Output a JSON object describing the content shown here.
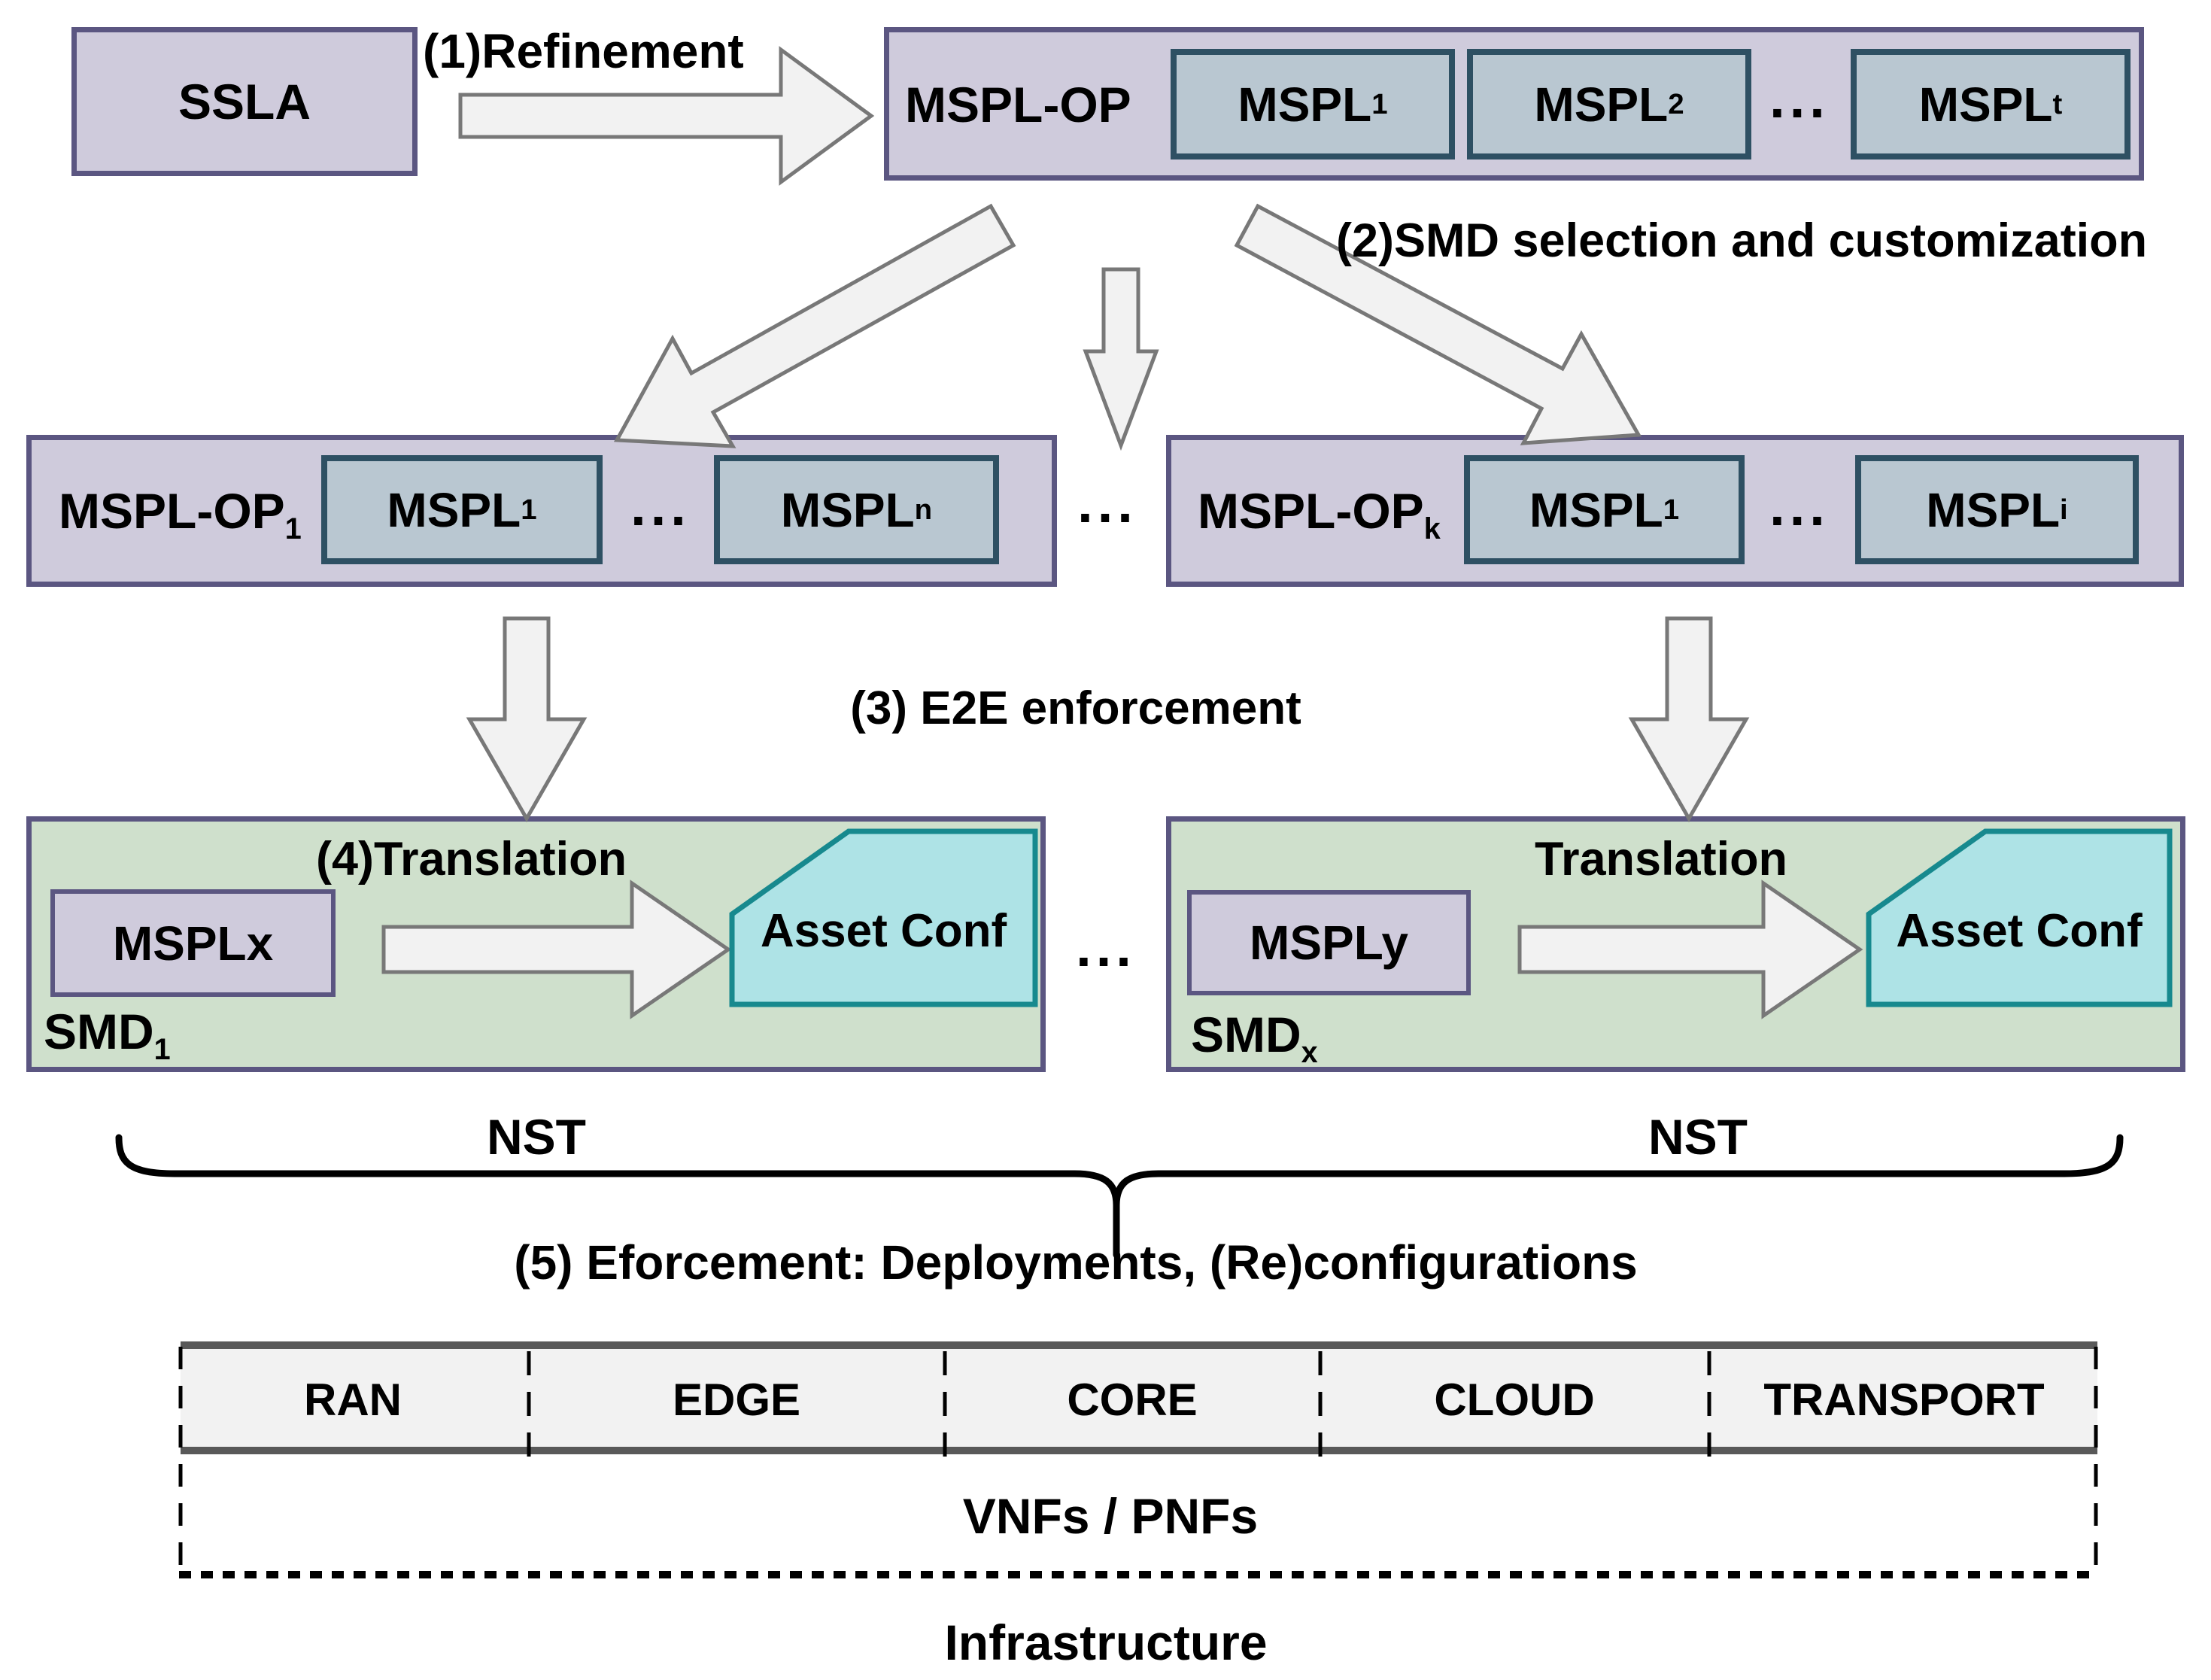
{
  "colors": {
    "container_lavender": "#cfcbdc",
    "container_border": "#5b5681",
    "mspl_inner_fill": "#b9c7d1",
    "mspl_inner_border": "#2e5063",
    "smd_green_fill": "#cfe0cc",
    "asset_conf_fill": "#aee3e6",
    "asset_conf_border": "#17898e",
    "arrow_fill": "#f2f2f2",
    "arrow_stroke": "#787878",
    "infra_strip_fill": "#f2f2f2",
    "infra_strip_border": "#595959",
    "text": "#000000"
  },
  "row1": {
    "ssla": "SSLA",
    "step1_label": "(1)Refinement",
    "mspl_op_label": "MSPL-OP",
    "mspl_items": [
      {
        "base": "MSPL",
        "sub": "1"
      },
      {
        "base": "MSPL",
        "sub": "2"
      },
      {
        "base": "MSPL",
        "sub": "t"
      }
    ],
    "dots": "..."
  },
  "step2_label": "(2)SMD selection and customization",
  "row2": {
    "left": {
      "label_base": "MSPL-OP",
      "label_sub": "1",
      "items": [
        {
          "base": "MSPL",
          "sub": "1"
        },
        {
          "base": "MSPL",
          "sub": "n"
        }
      ],
      "dots": "..."
    },
    "between_dots": "...",
    "right": {
      "label_base": "MSPL-OP",
      "label_sub": "k",
      "items": [
        {
          "base": "MSPL",
          "sub": "1"
        },
        {
          "base": "MSPL",
          "sub": "i"
        }
      ],
      "dots": "..."
    }
  },
  "step3_label": "(3) E2E enforcement",
  "smd": {
    "left": {
      "step_label": "(4)Translation",
      "mspl": "MSPLx",
      "asset": "Asset Conf",
      "name_base": "SMD",
      "name_sub": "1"
    },
    "between_dots": "...",
    "right": {
      "step_label": "Translation",
      "mspl": "MSPLy",
      "asset": "Asset Conf",
      "name_base": "SMD",
      "name_sub": "x"
    }
  },
  "nst": {
    "left": "NST",
    "right": "NST"
  },
  "step5_label": "(5) Eforcement: Deployments, (Re)configurations",
  "infrastructure": {
    "columns": [
      "RAN",
      "EDGE",
      "CORE",
      "CLOUD",
      "TRANSPORT"
    ],
    "functions_label": "VNFs / PNFs",
    "title": "Infrastructure"
  }
}
